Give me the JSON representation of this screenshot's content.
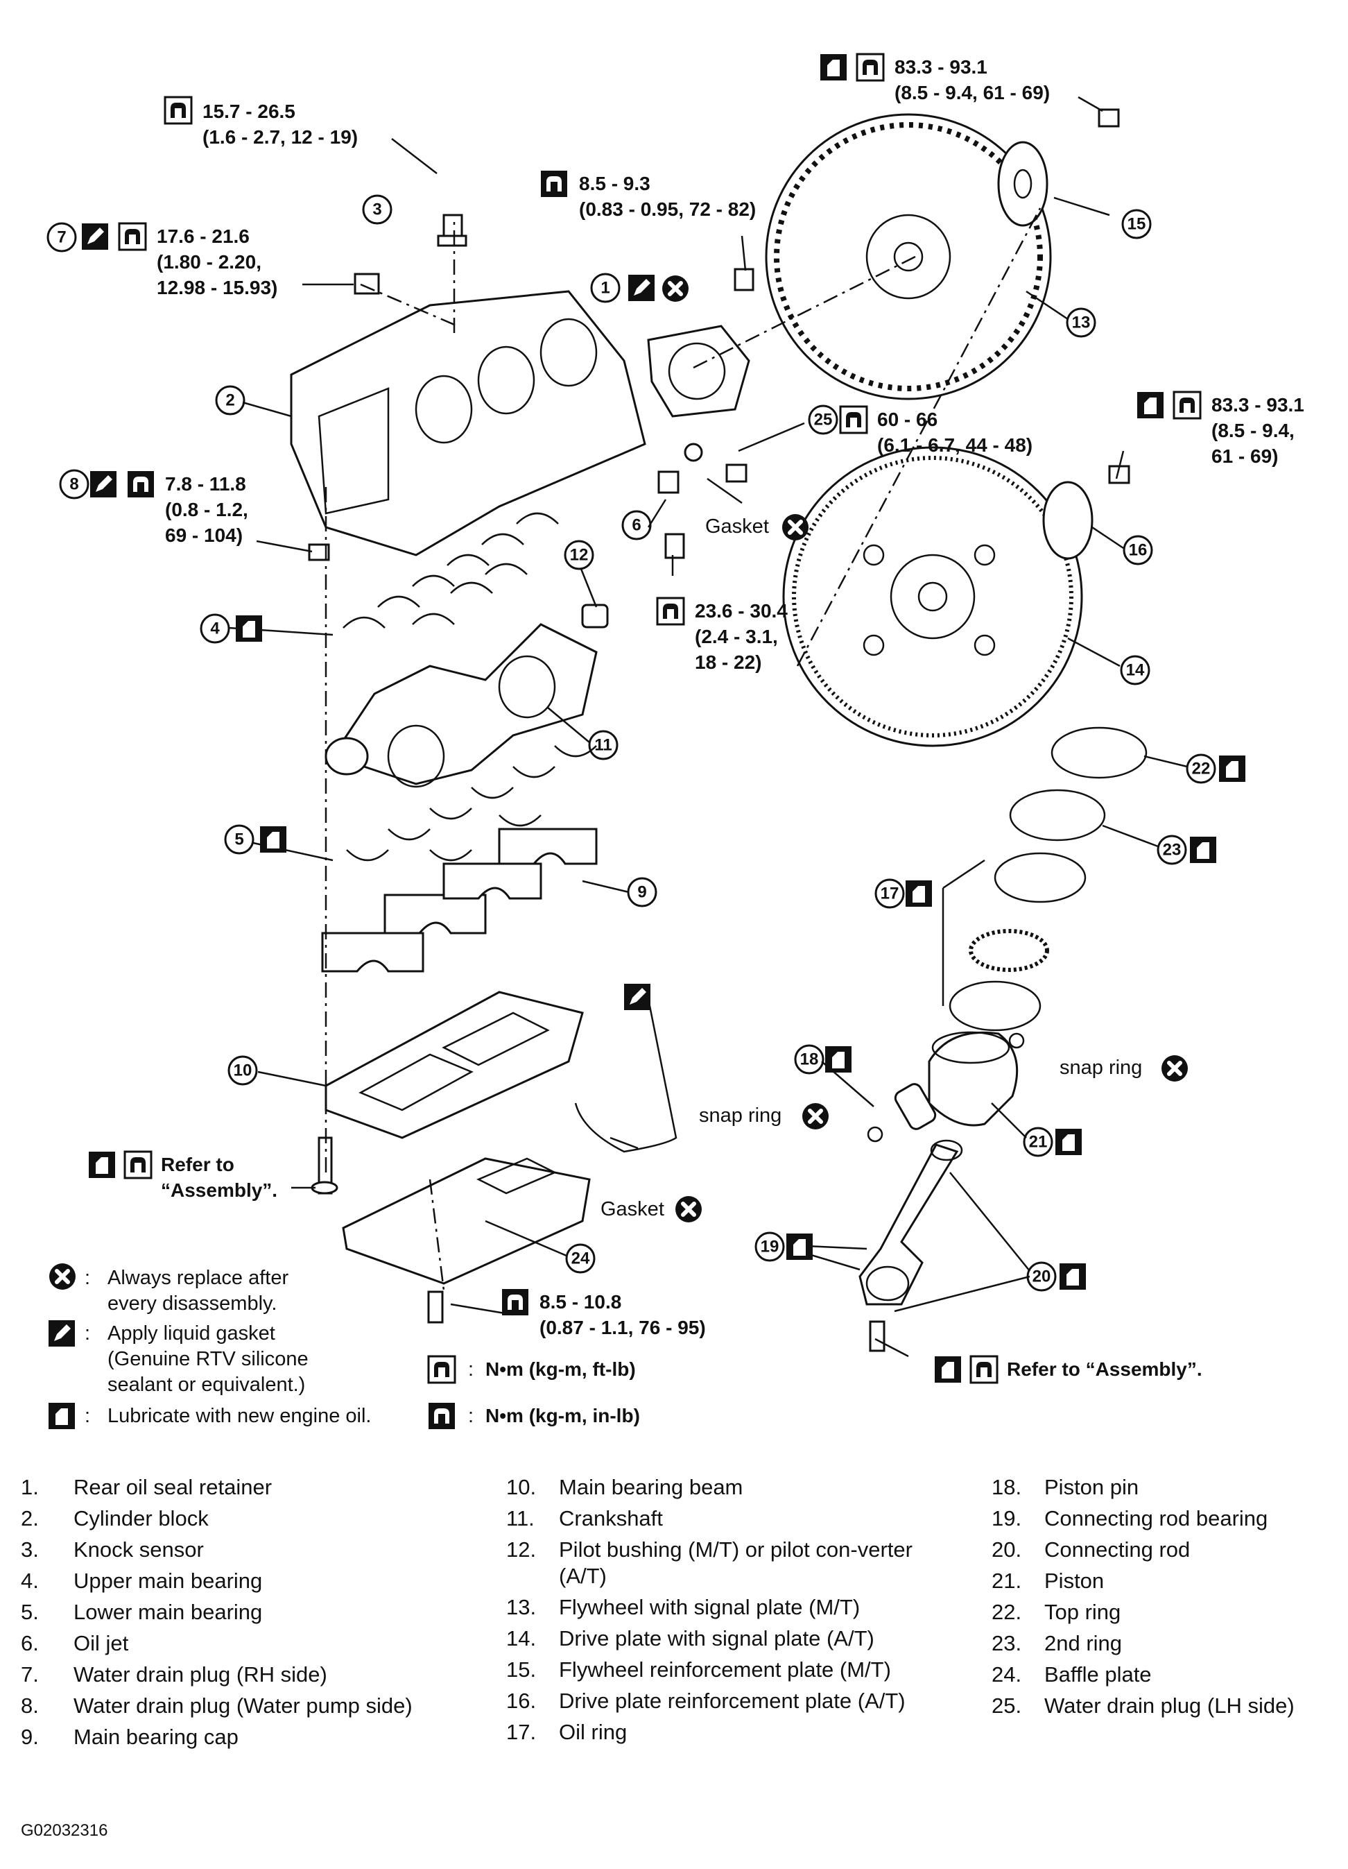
{
  "callouts": {
    "torque_15_15": [
      "15.7 - 26.5",
      "(1.6 - 2.7, 12 - 19)"
    ],
    "torque_7": [
      "17.6 - 21.6",
      "(1.80 - 2.20,",
      "12.98 - 15.93)"
    ],
    "torque_1": [
      "8.5 - 9.3",
      "(0.83 - 0.95, 72 - 82)"
    ],
    "torque_8": [
      "7.8 - 11.8",
      "(0.8 - 1.2,",
      "69 - 104)"
    ],
    "torque_flywheel": [
      "83.3 - 93.1",
      "(8.5 - 9.4, 61 - 69)"
    ],
    "torque_drive_plate": [
      "83.3 - 93.1",
      "(8.5 - 9.4,",
      "61 - 69)"
    ],
    "torque_25": [
      "60 - 66",
      "(6.1 - 6.7, 44 - 48)"
    ],
    "torque_6": [
      "23.6 - 30.4",
      "(2.4 - 3.1,",
      "18 - 22)"
    ],
    "torque_baffle": [
      "8.5 - 10.8",
      "(0.87 - 1.1, 76 - 95)"
    ],
    "gasket_label": "Gasket",
    "gasket_label_2": "Gasket",
    "snap_ring_right": "snap ring",
    "snap_ring_left": "snap ring",
    "refer_assembly_beam": [
      "Refer to",
      "“Assembly”."
    ],
    "refer_assembly_rod": "Refer to “Assembly”."
  },
  "legend": {
    "replace": [
      "Always replace after",
      "every disassembly."
    ],
    "liquid_gasket": [
      "Apply liquid gasket",
      "(Genuine RTV silicone",
      "sealant or equivalent.)"
    ],
    "lubricate": "Lubricate with new engine oil.",
    "unit_ftlb": "N•m (kg-m, ft-lb)",
    "unit_inlb": "N•m (kg-m, in-lb)",
    "colon": ":"
  },
  "part_numbers": [
    "1",
    "2",
    "3",
    "4",
    "5",
    "6",
    "7",
    "8",
    "9",
    "10",
    "11",
    "12",
    "13",
    "14",
    "15",
    "16",
    "17",
    "18",
    "19",
    "20",
    "21",
    "22",
    "23",
    "24",
    "25"
  ],
  "parts_list": {
    "col1": [
      {
        "num": "1.",
        "text": "Rear oil seal retainer"
      },
      {
        "num": "2.",
        "text": "Cylinder block"
      },
      {
        "num": "3.",
        "text": "Knock sensor"
      },
      {
        "num": "4.",
        "text": "Upper main bearing"
      },
      {
        "num": "5.",
        "text": "Lower main bearing"
      },
      {
        "num": "6.",
        "text": "Oil jet"
      },
      {
        "num": "7.",
        "text": "Water drain plug (RH side)"
      },
      {
        "num": "8.",
        "text": "Water drain plug (Water pump side)"
      },
      {
        "num": "9.",
        "text": "Main bearing cap"
      }
    ],
    "col2": [
      {
        "num": "10.",
        "text": "Main bearing beam"
      },
      {
        "num": "11.",
        "text": "Crankshaft"
      },
      {
        "num": "12.",
        "text": "Pilot bushing (M/T) or pilot con-verter (A/T)"
      },
      {
        "num": "13.",
        "text": "Flywheel with signal plate (M/T)"
      },
      {
        "num": "14.",
        "text": "Drive plate with signal plate (A/T)"
      },
      {
        "num": "15.",
        "text": "Flywheel reinforcement plate (M/T)"
      },
      {
        "num": "16.",
        "text": "Drive plate reinforcement plate (A/T)"
      },
      {
        "num": "17.",
        "text": "Oil ring"
      }
    ],
    "col3": [
      {
        "num": "18.",
        "text": "Piston pin"
      },
      {
        "num": "19.",
        "text": "Connecting rod bearing"
      },
      {
        "num": "20.",
        "text": "Connecting rod"
      },
      {
        "num": "21.",
        "text": "Piston"
      },
      {
        "num": "22.",
        "text": "Top ring"
      },
      {
        "num": "23.",
        "text": "2nd ring"
      },
      {
        "num": "24.",
        "text": "Baffle plate"
      },
      {
        "num": "25.",
        "text": "Water drain plug (LH side)"
      }
    ]
  },
  "figure_code": "G02032316"
}
